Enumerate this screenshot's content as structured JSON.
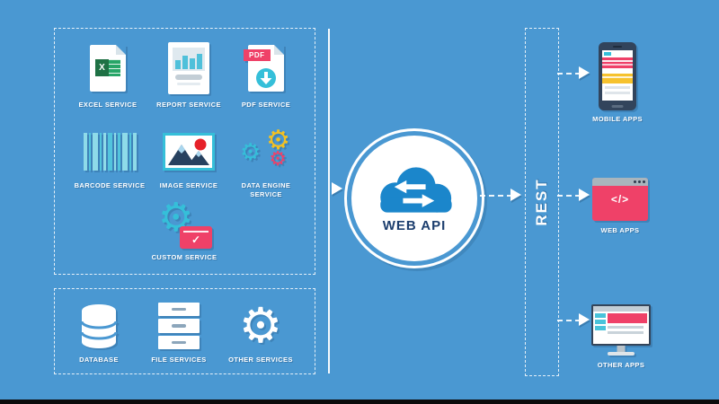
{
  "diagram": {
    "hub": {
      "label": "WEB API"
    },
    "rest_label": "REST",
    "services_top": {
      "items": [
        {
          "label": "EXCEL SERVICE",
          "logo_text": "X"
        },
        {
          "label": "REPORT SERVICE"
        },
        {
          "label": "PDF SERVICE",
          "badge": "PDF"
        },
        {
          "label": "BARCODE SERVICE"
        },
        {
          "label": "IMAGE SERVICE"
        },
        {
          "label": "DATA ENGINE SERVICE"
        },
        {
          "label": "CUSTOM SERVICE",
          "check": "✓"
        }
      ]
    },
    "services_bottom": {
      "items": [
        {
          "label": "DATABASE"
        },
        {
          "label": "FILE SERVICES"
        },
        {
          "label": "OTHER SERVICES"
        }
      ]
    },
    "clients": {
      "items": [
        {
          "label": "MOBILE APPS"
        },
        {
          "label": "WEB APPS",
          "code": "</>"
        },
        {
          "label": "OTHER APPS"
        }
      ]
    },
    "colors": {
      "background": "#4a98d2",
      "cloud_blue": "#1b86cb",
      "hub_text": "#1c3e6e",
      "pink": "#ef4168",
      "teal": "#35bfd9",
      "yellow": "#f3c122",
      "excel_green": "#1f7145",
      "red": "#e62129",
      "navy": "#2e3a4d"
    }
  }
}
